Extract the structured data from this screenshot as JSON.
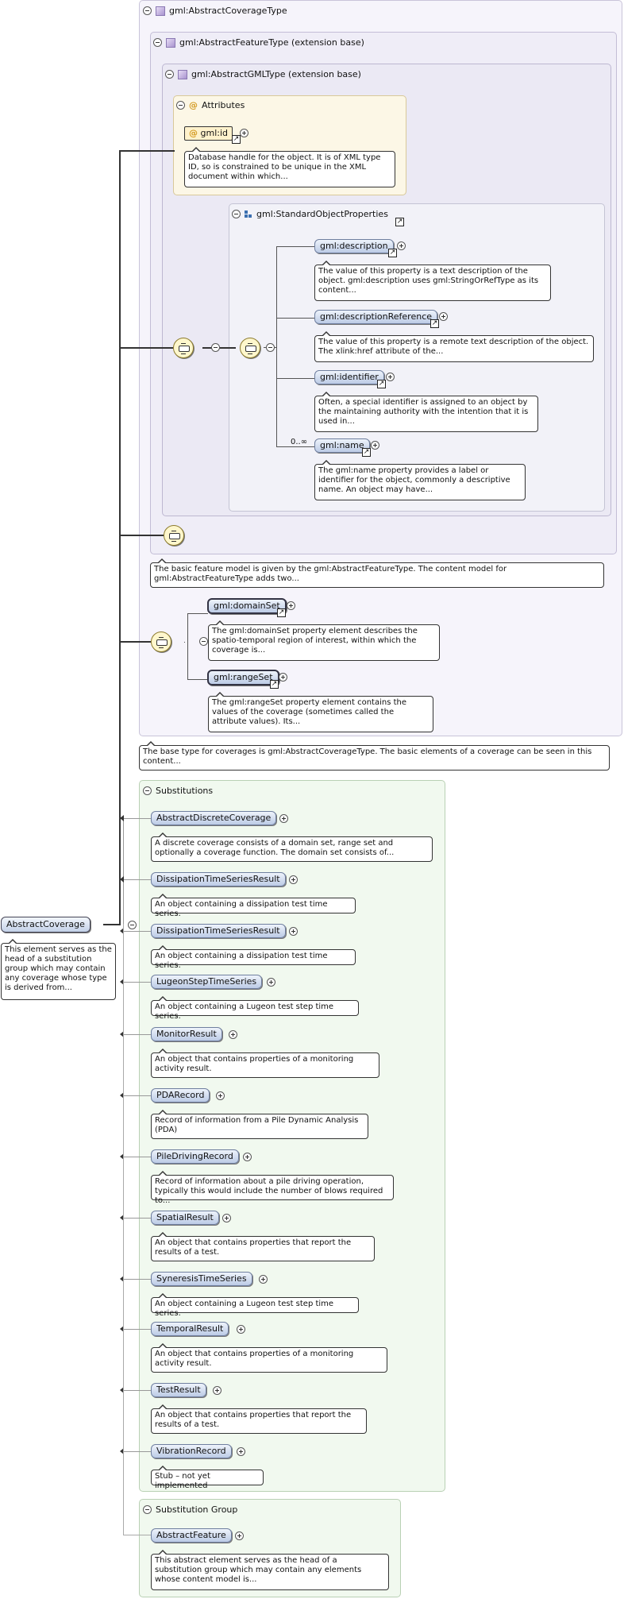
{
  "coverage_type": {
    "title": "gml:AbstractCoverageType",
    "feature_type": {
      "title": "gml:AbstractFeatureType (extension base)",
      "gml_type": {
        "title": "gml:AbstractGMLType (extension base)",
        "attributes": {
          "title": "Attributes",
          "id_label": "gml:id",
          "id_note": "Database handle for the object. It is of XML type ID, so is constrained to be unique in the XML document within which..."
        },
        "std_props": {
          "title": "gml:StandardObjectProperties",
          "occurrence": "0..∞",
          "elements": [
            {
              "label": "gml:description",
              "note": "The value of this property is a text description of the object. gml:description uses gml:StringOrRefType as its content..."
            },
            {
              "label": "gml:descriptionReference",
              "note": "The value of this property is a remote text description of the object. The xlink:href attribute of the..."
            },
            {
              "label": "gml:identifier",
              "note": "Often, a special identifier is assigned to an object by the maintaining authority with the intention that it is used in..."
            },
            {
              "label": "gml:name",
              "note": "The gml:name property provides a label or identifier for the object, commonly a descriptive name. An object may have..."
            }
          ]
        }
      },
      "note": "The basic feature model is given by the gml:AbstractFeatureType. The content model for gml:AbstractFeatureType adds two..."
    },
    "domain_set": {
      "label": "gml:domainSet",
      "note": "The gml:domainSet property element describes the spatio-temporal region of interest, within which the coverage is..."
    },
    "range_set": {
      "label": "gml:rangeSet",
      "note": "The gml:rangeSet property element contains the values of the coverage (sometimes called the attribute values). Its..."
    },
    "note": "The base type for coverages is gml:AbstractCoverageType. The basic elements of a coverage can be seen in this content..."
  },
  "root": {
    "label": "AbstractCoverage",
    "note": "This element serves as the head of a substitution group which may contain any coverage whose type is derived from..."
  },
  "substitutions": {
    "title": "Substitutions",
    "items": [
      {
        "label": "AbstractDiscreteCoverage",
        "note": "A discrete coverage consists of a domain set, range set and optionally a coverage function. The domain set consists of..."
      },
      {
        "label": "DissipationTimeSeriesResult",
        "note": "An object containing a dissipation test time series."
      },
      {
        "label": "DissipationTimeSeriesResult",
        "note": "An object containing a dissipation test time series."
      },
      {
        "label": "LugeonStepTimeSeries",
        "note": "An object containing a Lugeon test step time series."
      },
      {
        "label": "MonitorResult",
        "note": "An object that contains properties of a monitoring activity result."
      },
      {
        "label": "PDARecord",
        "note": "Record of information from a Pile Dynamic Analysis (PDA)"
      },
      {
        "label": "PileDrivingRecord",
        "note": "Record of information about a pile driving operation, typically this would include the number of blows required to..."
      },
      {
        "label": "SpatialResult",
        "note": "An object that contains properties that report the results of a test."
      },
      {
        "label": "SyneresisTimeSeries",
        "note": "An object containing a Lugeon test step time series."
      },
      {
        "label": "TemporalResult",
        "note": "An object that contains properties of a monitoring activity result."
      },
      {
        "label": "TestResult",
        "note": "An object that contains properties that report the results of a test."
      },
      {
        "label": "VibrationRecord",
        "note": "Stub – not yet implemented"
      }
    ]
  },
  "substitution_group": {
    "title": "Substitution Group",
    "label": "AbstractFeature",
    "note": "This abstract element serves as the head of a substitution group which may contain any elements whose content model is..."
  }
}
